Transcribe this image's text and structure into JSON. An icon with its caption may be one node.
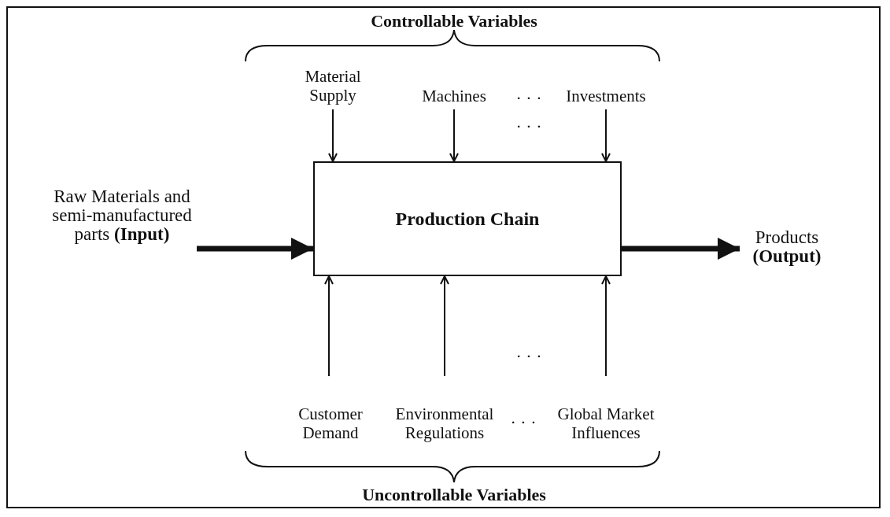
{
  "diagram": {
    "nodes": [
      {
        "text": [
          "Production Chain"
        ]
      },
      {
        "text": [
          "Material Supply"
        ]
      },
      {
        "text": [
          "Machines"
        ]
      },
      {
        "text": [
          "Investments"
        ]
      },
      {
        "text": [
          "Customer Demand"
        ]
      },
      {
        "text": [
          "Environmental Regulations"
        ]
      },
      {
        "text": [
          "Global Market Influences"
        ]
      },
      {
        "text": [
          "Raw Materials and semi-manufactured parts **(Input)**"
        ]
      },
      {
        "text": [
          "Products **(Output)**"
        ]
      }
    ],
    "edges": [
      {
        "from": 1,
        "to": 0,
        "arrow": "to"
      },
      {
        "from": 2,
        "to": 0,
        "arrow": "to"
      },
      {
        "from": 3,
        "to": 0,
        "arrow": "to"
      },
      {
        "from": 4,
        "to": 0,
        "arrow": "to"
      },
      {
        "from": 5,
        "to": 0,
        "arrow": "to"
      },
      {
        "from": 6,
        "to": 0,
        "arrow": "to"
      },
      {
        "from": 7,
        "to": 0,
        "arrow": "to",
        "style": "thick"
      },
      {
        "from": 0,
        "to": 8,
        "arrow": "to",
        "style": "thick"
      }
    ],
    "labels": [
      "Controllable Variables",
      "· · ·",
      "· · ·",
      "· · ·",
      "· · ·",
      "Uncontrollable Variables"
    ]
  }
}
